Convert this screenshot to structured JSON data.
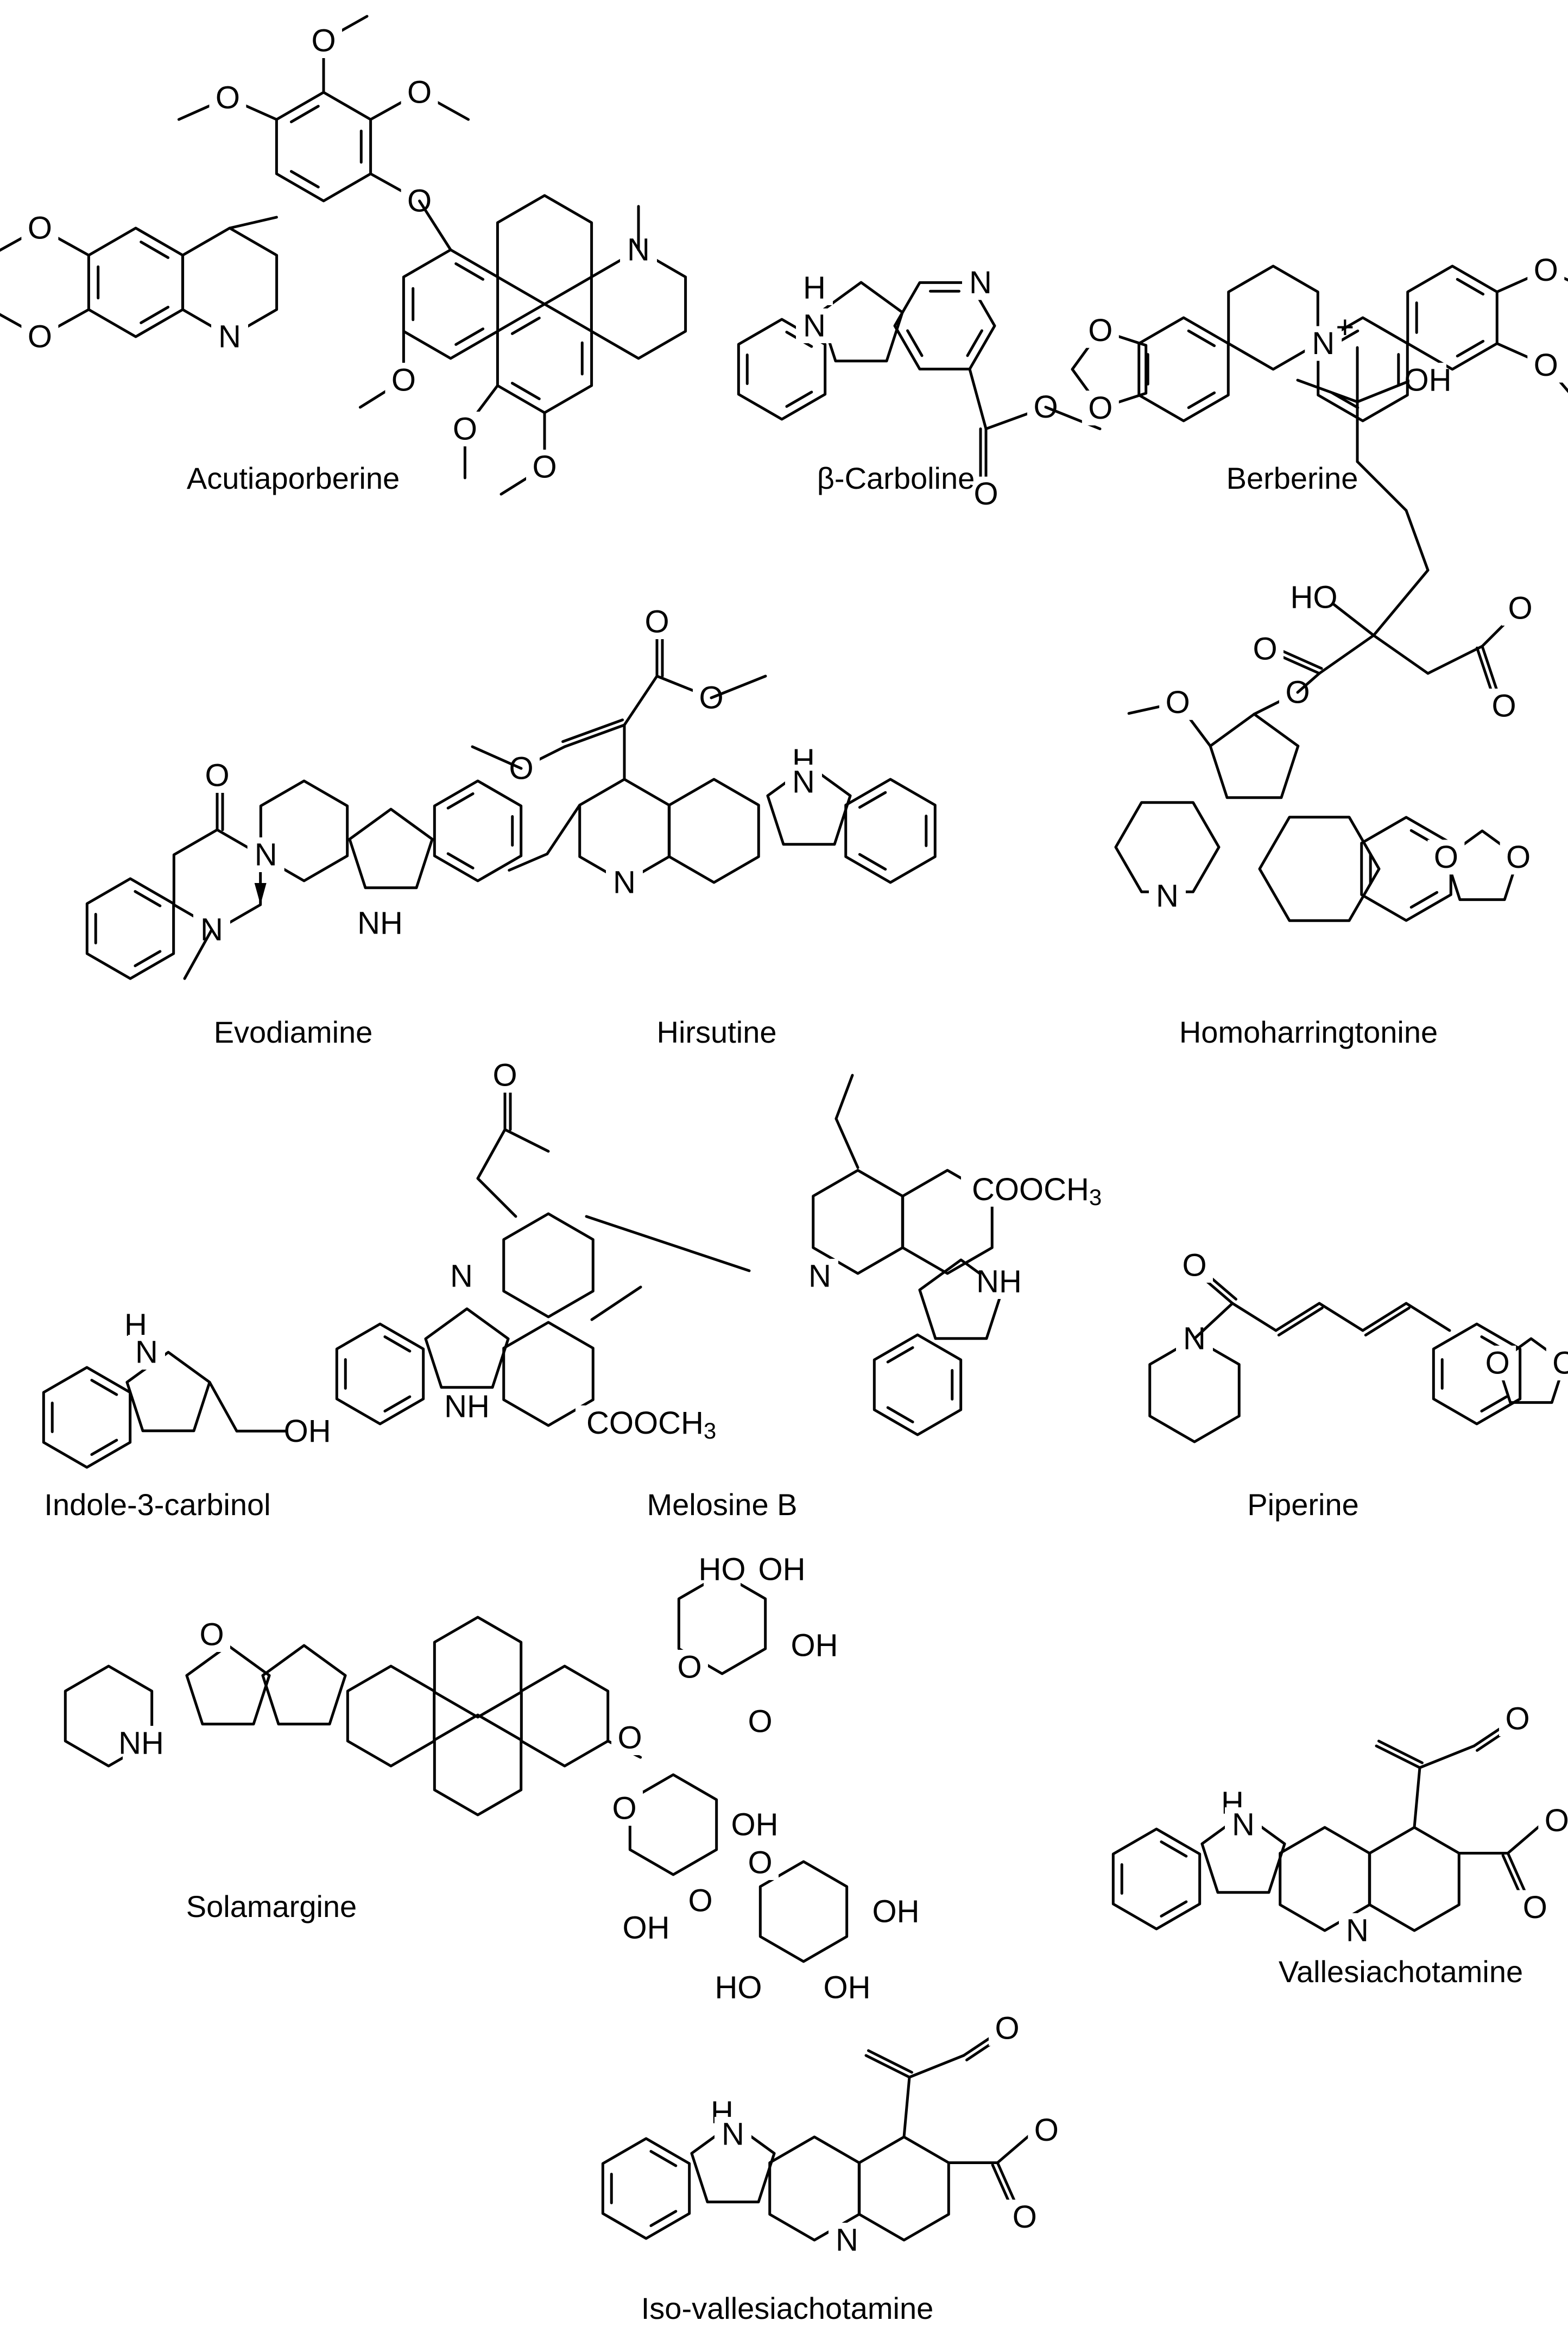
{
  "colors": {
    "background": "#ffffff",
    "ink": "#000000"
  },
  "compounds": [
    {
      "name": "Acutiaporberine"
    },
    {
      "name": "β-Carboline"
    },
    {
      "name": "Berberine"
    },
    {
      "name": "Evodiamine"
    },
    {
      "name": "Hirsutine"
    },
    {
      "name": "Homoharringtonine"
    },
    {
      "name": "Indole-3-carbinol"
    },
    {
      "name": "Melosine B"
    },
    {
      "name": "Piperine"
    },
    {
      "name": "Solamargine"
    },
    {
      "name": "Vallesiachotamine"
    },
    {
      "name": "Iso-vallesiachotamine"
    }
  ],
  "labels": {
    "N": "N",
    "NH": "NH",
    "H": "H",
    "O": "O",
    "OH": "OH",
    "HO": "HO",
    "N_plus": "N",
    "plus": "+",
    "COOCH3": "COOCH",
    "sub3": "3"
  }
}
